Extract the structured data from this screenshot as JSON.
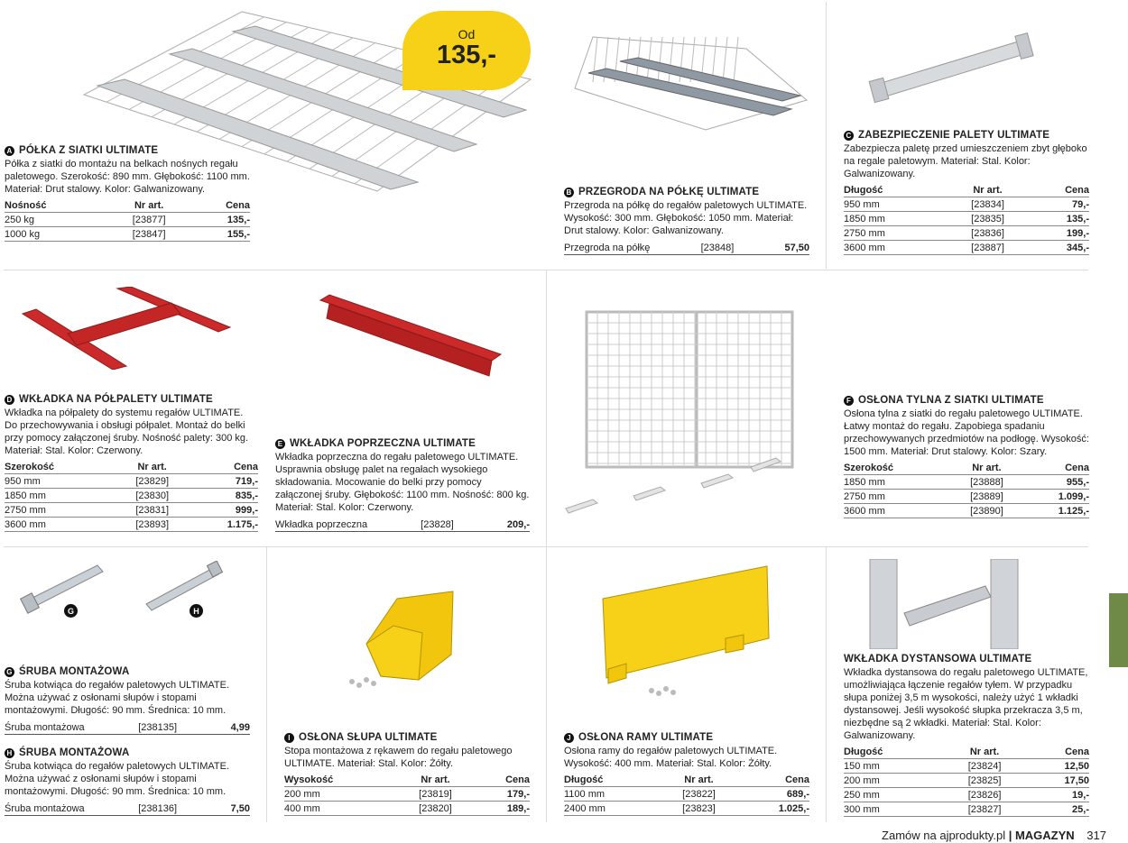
{
  "price_badge": {
    "prefix": "Od",
    "price": "135,-"
  },
  "products": {
    "a": {
      "letter": "A",
      "title": "PÓŁKA Z SIATKI ULTIMATE",
      "desc": "Półka z siatki do montażu na belkach nośnych regału paletowego. Szerokość: 890 mm. Głębokość: 1100 mm. Materiał: Drut stalowy. Kolor: Galwanizowany.",
      "headers": [
        "Nośność",
        "Nr art.",
        "Cena"
      ],
      "rows": [
        [
          "250 kg",
          "[23877]",
          "135,-"
        ],
        [
          "1000 kg",
          "[23847]",
          "155,-"
        ]
      ]
    },
    "b": {
      "letter": "B",
      "title": "PRZEGRODA NA PÓŁKĘ ULTIMATE",
      "desc": "Przegroda na półkę do regałów paletowych ULTIMATE. Wysokość: 300 mm. Głębokość: 1050 mm. Materiał: Drut stalowy. Kolor: Galwanizowany.",
      "row": [
        "Przegroda na półkę",
        "[23848]",
        "57,50"
      ]
    },
    "c": {
      "letter": "C",
      "title": "ZABEZPIECZENIE PALETY ULTIMATE",
      "desc": "Zabezpiecza paletę przed umieszczeniem zbyt głęboko na regale paletowym. Materiał: Stal. Kolor: Galwanizowany.",
      "headers": [
        "Długość",
        "Nr art.",
        "Cena"
      ],
      "rows": [
        [
          "950 mm",
          "[23834]",
          "79,-"
        ],
        [
          "1850 mm",
          "[23835]",
          "135,-"
        ],
        [
          "2750 mm",
          "[23836]",
          "199,-"
        ],
        [
          "3600 mm",
          "[23887]",
          "345,-"
        ]
      ]
    },
    "d": {
      "letter": "D",
      "title": "WKŁADKA NA PÓŁPALETY ULTIMATE",
      "desc": "Wkładka na półpalety do systemu regałów ULTIMATE. Do przechowywania i obsługi półpalet. Montaż do belki przy pomocy załączonej śruby. Nośność palety: 300 kg. Materiał: Stal. Kolor: Czerwony.",
      "headers": [
        "Szerokość",
        "Nr art.",
        "Cena"
      ],
      "rows": [
        [
          "950 mm",
          "[23829]",
          "719,-"
        ],
        [
          "1850 mm",
          "[23830]",
          "835,-"
        ],
        [
          "2750 mm",
          "[23831]",
          "999,-"
        ],
        [
          "3600 mm",
          "[23893]",
          "1.175,-"
        ]
      ]
    },
    "e": {
      "letter": "E",
      "title": "WKŁADKA POPRZECZNA ULTIMATE",
      "desc": "Wkładka poprzeczna do regału paletowego ULTIMATE. Usprawnia obsługę palet na regałach wysokiego składowania. Mocowanie do belki przy pomocy załączonej śruby. Głębokość: 1100 mm. Nośność: 800 kg. Materiał: Stal. Kolor: Czerwony.",
      "row": [
        "Wkładka poprzeczna",
        "[23828]",
        "209,-"
      ]
    },
    "f": {
      "letter": "F",
      "title": "OSŁONA TYLNA Z SIATKI ULTIMATE",
      "desc": "Osłona tylna z siatki do regału paletowego ULTIMATE. Łatwy montaż do regału. Zapobiega spadaniu przechowywanych przedmiotów na podłogę. Wysokość: 1500 mm. Materiał: Drut stalowy. Kolor: Szary.",
      "headers": [
        "Szerokość",
        "Nr art.",
        "Cena"
      ],
      "rows": [
        [
          "1850 mm",
          "[23888]",
          "955,-"
        ],
        [
          "2750 mm",
          "[23889]",
          "1.099,-"
        ],
        [
          "3600 mm",
          "[23890]",
          "1.125,-"
        ]
      ]
    },
    "g": {
      "letter": "G",
      "title": "ŚRUBA MONTAŻOWA",
      "desc": "Śruba kotwiąca do regałów paletowych ULTIMATE. Można używać z osłonami słupów i stopami montażowymi. Długość: 90 mm. Średnica: 10 mm.",
      "row": [
        "Śruba montażowa",
        "[238135]",
        "4,99"
      ]
    },
    "h": {
      "letter": "H",
      "title": "ŚRUBA MONTAŻOWA",
      "desc": "Śruba kotwiąca do regałów paletowych ULTIMATE. Można używać z osłonami słupów i stopami montażowymi. Długość: 90 mm. Średnica: 10 mm.",
      "row": [
        "Śruba montażowa",
        "[238136]",
        "7,50"
      ]
    },
    "i": {
      "letter": "I",
      "title": "OSŁONA SŁUPA ULTIMATE",
      "desc": "Stopa montażowa z rękawem do regału paletowego ULTIMATE. Materiał: Stal. Kolor: Żółty.",
      "headers": [
        "Wysokość",
        "Nr art.",
        "Cena"
      ],
      "rows": [
        [
          "200 mm",
          "[23819]",
          "179,-"
        ],
        [
          "400 mm",
          "[23820]",
          "189,-"
        ]
      ]
    },
    "j": {
      "letter": "J",
      "title": "OSŁONA RAMY ULTIMATE",
      "desc": "Osłona ramy do regałów paletowych ULTIMATE. Wysokość: 400 mm. Materiał: Stal. Kolor: Żółty.",
      "headers": [
        "Długość",
        "Nr art.",
        "Cena"
      ],
      "rows": [
        [
          "1100 mm",
          "[23822]",
          "689,-"
        ],
        [
          "2400 mm",
          "[23823]",
          "1.025,-"
        ]
      ]
    },
    "k": {
      "title": "WKŁADKA DYSTANSOWA ULTIMATE",
      "desc": "Wkładka dystansowa do regału paletowego ULTIMATE, umożliwiająca łączenie regałów tyłem. W przypadku słupa poniżej 3,5 m wysokości, należy użyć 1 wkładki dystansowej. Jeśli wysokość słupka przekracza 3,5 m, niezbędne są 2 wkładki. Materiał: Stal. Kolor: Galwanizowany.",
      "headers": [
        "Długość",
        "Nr art.",
        "Cena"
      ],
      "rows": [
        [
          "150 mm",
          "[23824]",
          "12,50"
        ],
        [
          "200 mm",
          "[23825]",
          "17,50"
        ],
        [
          "250 mm",
          "[23826]",
          "19,-"
        ],
        [
          "300 mm",
          "[23827]",
          "25,-"
        ]
      ]
    }
  },
  "image_labels": {
    "g": "G",
    "h": "H"
  },
  "footer": {
    "text": "Zamów na ajprodukty.pl",
    "section": "MAGAZYN",
    "page": "317"
  },
  "colors": {
    "yellow": "#f7d117",
    "red": "#cc2a2a",
    "green_tab": "#6e8a46"
  }
}
